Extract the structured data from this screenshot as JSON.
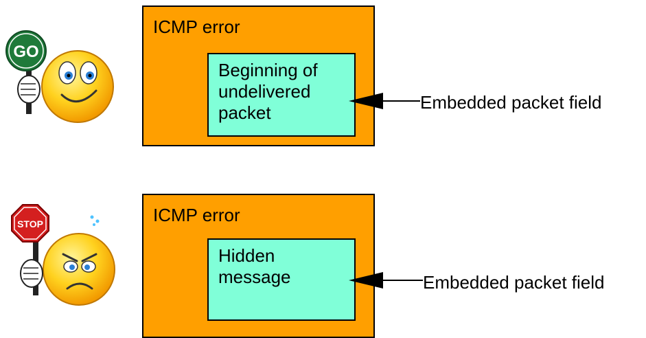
{
  "panels": [
    {
      "id": "go",
      "sign_text": "GO",
      "sign_color": "#1f7a3a",
      "icon": "go-smiley-icon",
      "outer_title": "ICMP error",
      "inner_text": "Beginning of\nundelivered\npacket",
      "field_label": "Embedded packet field"
    },
    {
      "id": "stop",
      "sign_text": "STOP",
      "sign_color": "#d41f1f",
      "icon": "stop-angry-smiley-icon",
      "outer_title": "ICMP error",
      "inner_text": "Hidden\nmessage",
      "field_label": "Embedded packet field"
    }
  ],
  "colors": {
    "outer_fill": "#ff9f00",
    "inner_fill": "#80ffd8",
    "face": "#ffcc00"
  }
}
